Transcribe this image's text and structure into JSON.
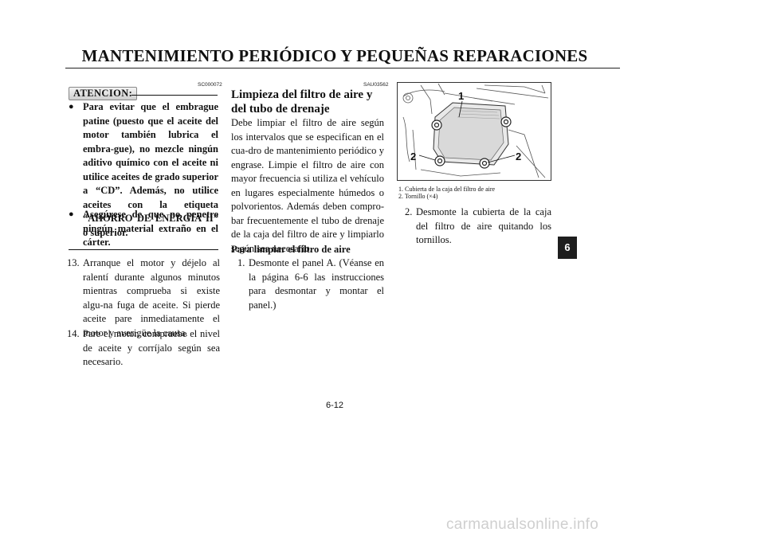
{
  "header": {
    "title": "MANTENIMIENTO PERIÓDICO Y PEQUEÑAS REPARACIONES"
  },
  "caution": {
    "code": "SC000072",
    "label": "ATENCION:",
    "bullets": [
      "Para evitar que el embrague patine (puesto que el aceite del motor también lubrica el embra-gue), no mezcle ningún aditivo químico con el aceite ni utilice aceites de grado superior a “CD”. Además, no utilice aceites con la etiqueta “AHORRO DE ENERGÍA II” o superior.",
      "Asegúrese de que no penetre ningún material extraño en el cárter."
    ]
  },
  "left_steps": [
    {
      "num": "13.",
      "text": "Arranque el motor y déjelo al ralentí durante algunos minutos mientras comprueba si existe algu-na fuga de aceite. Si pierde aceite pare inmediatamente el motor y averigüe la causa."
    },
    {
      "num": "14.",
      "text": "Pare el motor, compruebe el nivel de aceite y corríjalo según sea necesario."
    }
  ],
  "section": {
    "code": "SAU03562",
    "heading": "Limpieza del filtro de aire y del tubo de drenaje",
    "body": "Debe limpiar el filtro de aire según los intervalos que se especifican en el cua-dro de mantenimiento periódico y engrase. Limpie el filtro de aire con mayor frecuencia si utiliza el vehículo en lugares especialmente húmedos o polvorientos. Además deben compro-bar frecuentemente el tubo de drenaje de la caja del filtro de aire y limpiarlo según sea necesario.",
    "subheading": "Para limpiar el filtro de aire",
    "steps": [
      {
        "num": "1.",
        "text": "Desmonte el panel A. (Véanse en la página 6-6 las instrucciones para desmontar y montar el panel.)"
      }
    ]
  },
  "figure": {
    "callouts": [
      "1",
      "2",
      "2"
    ],
    "captions": [
      "1.   Cubierta de la caja del filtro de aire",
      "2.   Tornillo (×4)"
    ]
  },
  "right_steps": [
    {
      "num": "2.",
      "text": "Desmonte la cubierta de la caja del filtro de aire quitando los tornillos."
    }
  ],
  "chapter_tab": "6",
  "footer": {
    "page_number": "6-12"
  },
  "watermark": "carmanualsonline.info"
}
